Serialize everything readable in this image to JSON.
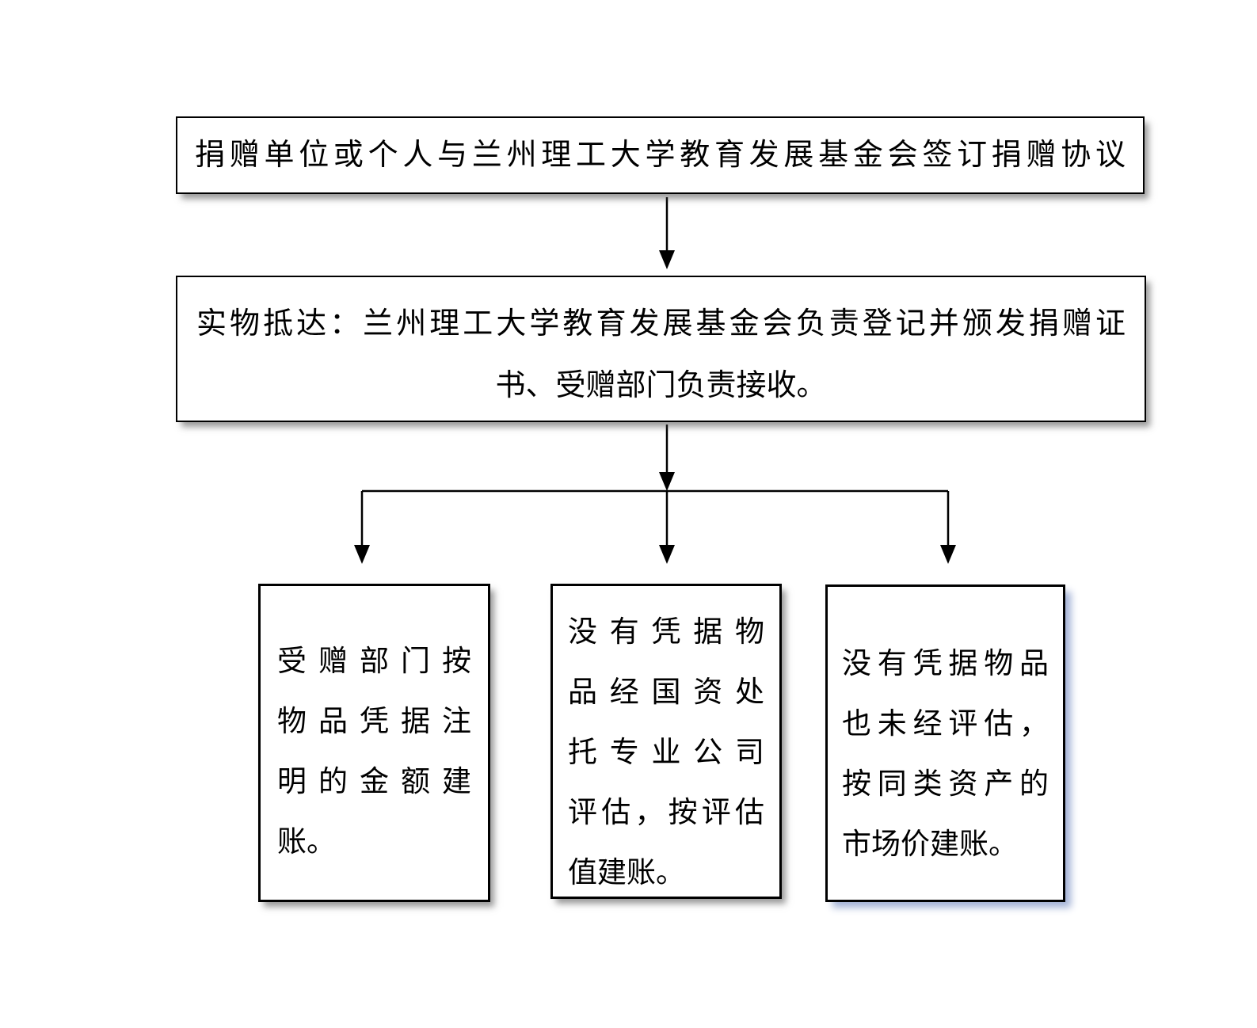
{
  "flow": {
    "box1": {
      "text": "捐赠单位或个人与兰州理工大学教育发展基金会签订捐赠协议"
    },
    "box2": {
      "line1": "实物抵达：兰州理工大学教育发展基金会负责登记并颁发捐赠证",
      "line2": "书、受赠部门负责接收。"
    },
    "box3": {
      "lines": [
        "受赠部门按",
        "物品凭据注",
        "明的金额建",
        "账。"
      ]
    },
    "box4": {
      "lines": [
        "没有凭据物",
        "品经国资处",
        "托专业公司",
        "评估，按评估",
        "值建账。"
      ]
    },
    "box5": {
      "lines": [
        "没有凭据物品",
        "也未经评估，",
        "按同类资产的",
        "市场价建账。"
      ]
    }
  },
  "colors": {
    "line_color": "#000000",
    "shadow_gray": "rgba(70,70,70,0.55)",
    "shadow_blue": "#a3b2d6",
    "bg": "#ffffff"
  }
}
